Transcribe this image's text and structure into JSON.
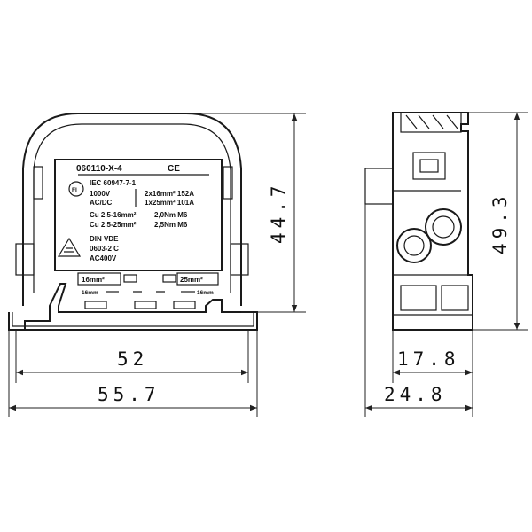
{
  "front_view": {
    "part_number": "060110-X-4",
    "ce_mark": "CE",
    "fi_mark": "FI",
    "standard": "IEC 60947-7-1",
    "voltage": "1000V",
    "current_type": "AC/DC",
    "rating_1": "2x16mm²  152A",
    "rating_2": "1x25mm²  101A",
    "cu_row_1_a": "Cu  2,5-16mm²",
    "cu_row_1_b": "2,0Nm   M6",
    "cu_row_2_a": "Cu  2,5-25mm²",
    "cu_row_2_b": "2,5Nm   M6",
    "din_1": "DIN VDE",
    "din_2": "0603-2 C",
    "din_3": "AC400V",
    "terminal_left": "16mm²",
    "terminal_right": "25mm²",
    "strip_left": "16mm",
    "strip_right": "16mm"
  },
  "dimensions": {
    "width_inner": "52",
    "width_outer": "55.7",
    "height_front": "44.7",
    "depth_inner": "17.8",
    "depth_outer": "24.8",
    "height_side": "49.3"
  }
}
